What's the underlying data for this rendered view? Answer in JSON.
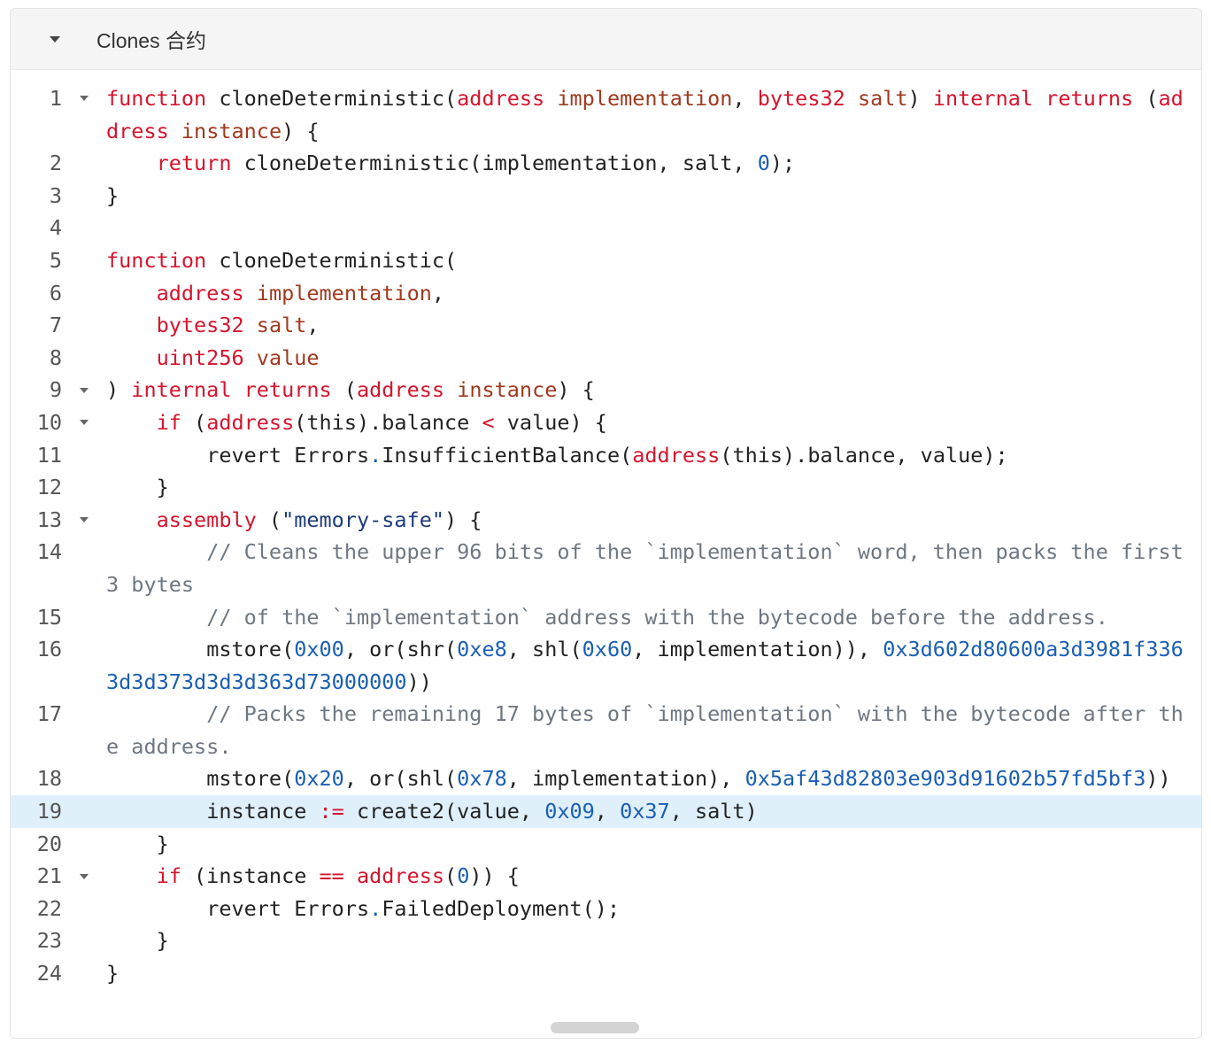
{
  "panel": {
    "title": "Clones 合约",
    "collapsed": false,
    "collapse_icon": "triangle-down-icon"
  },
  "code": {
    "language": "solidity",
    "highlighted_line": 19,
    "lines": [
      {
        "n": "1",
        "fold": true,
        "tokens": [
          [
            "k",
            "function"
          ],
          [
            "p",
            " cloneDeterministic("
          ],
          [
            "t",
            "address"
          ],
          [
            "p",
            " "
          ],
          [
            "v",
            "implementation"
          ],
          [
            "p",
            ", "
          ],
          [
            "t",
            "bytes32"
          ],
          [
            "p",
            " "
          ],
          [
            "v",
            "salt"
          ],
          [
            "p",
            ") "
          ],
          [
            "k",
            "internal"
          ],
          [
            "p",
            " "
          ],
          [
            "k",
            "returns"
          ],
          [
            "p",
            " ("
          ],
          [
            "t",
            "address"
          ],
          [
            "p",
            " "
          ],
          [
            "v",
            "instance"
          ],
          [
            "p",
            ") {"
          ]
        ]
      },
      {
        "n": "2",
        "fold": false,
        "tokens": [
          [
            "p",
            "    "
          ],
          [
            "k",
            "return"
          ],
          [
            "p",
            " cloneDeterministic(implementation, salt, "
          ],
          [
            "n",
            "0"
          ],
          [
            "p",
            ");"
          ]
        ]
      },
      {
        "n": "3",
        "fold": false,
        "tokens": [
          [
            "p",
            "}"
          ]
        ]
      },
      {
        "n": "4",
        "fold": false,
        "tokens": [
          [
            "p",
            " "
          ]
        ]
      },
      {
        "n": "5",
        "fold": false,
        "tokens": [
          [
            "k",
            "function"
          ],
          [
            "p",
            " cloneDeterministic("
          ]
        ]
      },
      {
        "n": "6",
        "fold": false,
        "tokens": [
          [
            "p",
            "    "
          ],
          [
            "t",
            "address"
          ],
          [
            "p",
            " "
          ],
          [
            "v",
            "implementation"
          ],
          [
            "p",
            ","
          ]
        ]
      },
      {
        "n": "7",
        "fold": false,
        "tokens": [
          [
            "p",
            "    "
          ],
          [
            "t",
            "bytes32"
          ],
          [
            "p",
            " "
          ],
          [
            "v",
            "salt"
          ],
          [
            "p",
            ","
          ]
        ]
      },
      {
        "n": "8",
        "fold": false,
        "tokens": [
          [
            "p",
            "    "
          ],
          [
            "t",
            "uint256"
          ],
          [
            "p",
            " "
          ],
          [
            "v",
            "value"
          ]
        ]
      },
      {
        "n": "9",
        "fold": true,
        "tokens": [
          [
            "p",
            ") "
          ],
          [
            "k",
            "internal"
          ],
          [
            "p",
            " "
          ],
          [
            "k",
            "returns"
          ],
          [
            "p",
            " ("
          ],
          [
            "t",
            "address"
          ],
          [
            "p",
            " "
          ],
          [
            "v",
            "instance"
          ],
          [
            "p",
            ") {"
          ]
        ]
      },
      {
        "n": "10",
        "fold": true,
        "tokens": [
          [
            "p",
            "    "
          ],
          [
            "k",
            "if"
          ],
          [
            "p",
            " ("
          ],
          [
            "t",
            "address"
          ],
          [
            "p",
            "(this).balance "
          ],
          [
            "o",
            "<"
          ],
          [
            "p",
            " value) {"
          ]
        ]
      },
      {
        "n": "11",
        "fold": false,
        "tokens": [
          [
            "p",
            "        revert Errors"
          ],
          [
            "d",
            "."
          ],
          [
            "p",
            "InsufficientBalance("
          ],
          [
            "t",
            "address"
          ],
          [
            "p",
            "(this).balance, value);"
          ]
        ]
      },
      {
        "n": "12",
        "fold": false,
        "tokens": [
          [
            "p",
            "    }"
          ]
        ]
      },
      {
        "n": "13",
        "fold": true,
        "tokens": [
          [
            "p",
            "    "
          ],
          [
            "k",
            "assembly"
          ],
          [
            "p",
            " ("
          ],
          [
            "s",
            "\"memory-safe\""
          ],
          [
            "p",
            ") {"
          ]
        ]
      },
      {
        "n": "14",
        "fold": false,
        "tokens": [
          [
            "p",
            "        "
          ],
          [
            "c",
            "// Cleans the upper 96 bits of the `implementation` word, then packs the first 3 bytes"
          ]
        ]
      },
      {
        "n": "15",
        "fold": false,
        "tokens": [
          [
            "p",
            "        "
          ],
          [
            "c",
            "// of the `implementation` address with the bytecode before the address."
          ]
        ]
      },
      {
        "n": "16",
        "fold": false,
        "tokens": [
          [
            "p",
            "        mstore("
          ],
          [
            "n",
            "0x00"
          ],
          [
            "p",
            ", or(shr("
          ],
          [
            "n",
            "0xe8"
          ],
          [
            "p",
            ", shl("
          ],
          [
            "n",
            "0x60"
          ],
          [
            "p",
            ", implementation)), "
          ],
          [
            "n",
            "0x3d602d80600a3d3981f3363d3d373d3d3d363d73000000"
          ],
          [
            "p",
            "))"
          ]
        ]
      },
      {
        "n": "17",
        "fold": false,
        "tokens": [
          [
            "p",
            "        "
          ],
          [
            "c",
            "// Packs the remaining 17 bytes of `implementation` with the bytecode after the address."
          ]
        ]
      },
      {
        "n": "18",
        "fold": false,
        "tokens": [
          [
            "p",
            "        mstore("
          ],
          [
            "n",
            "0x20"
          ],
          [
            "p",
            ", or(shl("
          ],
          [
            "n",
            "0x78"
          ],
          [
            "p",
            ", implementation), "
          ],
          [
            "n",
            "0x5af43d82803e903d91602b57fd5bf3"
          ],
          [
            "p",
            "))"
          ]
        ]
      },
      {
        "n": "19",
        "fold": false,
        "tokens": [
          [
            "p",
            "        instance "
          ],
          [
            "o",
            ":="
          ],
          [
            "p",
            " create2(value, "
          ],
          [
            "n",
            "0x09"
          ],
          [
            "p",
            ", "
          ],
          [
            "n",
            "0x37"
          ],
          [
            "p",
            ", salt)"
          ]
        ]
      },
      {
        "n": "20",
        "fold": false,
        "tokens": [
          [
            "p",
            "    }"
          ]
        ]
      },
      {
        "n": "21",
        "fold": true,
        "tokens": [
          [
            "p",
            "    "
          ],
          [
            "k",
            "if"
          ],
          [
            "p",
            " (instance "
          ],
          [
            "o",
            "=="
          ],
          [
            "p",
            " "
          ],
          [
            "t",
            "address"
          ],
          [
            "p",
            "("
          ],
          [
            "n",
            "0"
          ],
          [
            "p",
            ")) {"
          ]
        ]
      },
      {
        "n": "22",
        "fold": false,
        "tokens": [
          [
            "p",
            "        revert Errors"
          ],
          [
            "d",
            "."
          ],
          [
            "p",
            "FailedDeployment();"
          ]
        ]
      },
      {
        "n": "23",
        "fold": false,
        "tokens": [
          [
            "p",
            "    }"
          ]
        ]
      },
      {
        "n": "24",
        "fold": false,
        "tokens": [
          [
            "p",
            "}"
          ]
        ]
      }
    ]
  },
  "scrollbar": {
    "orientation": "horizontal"
  }
}
